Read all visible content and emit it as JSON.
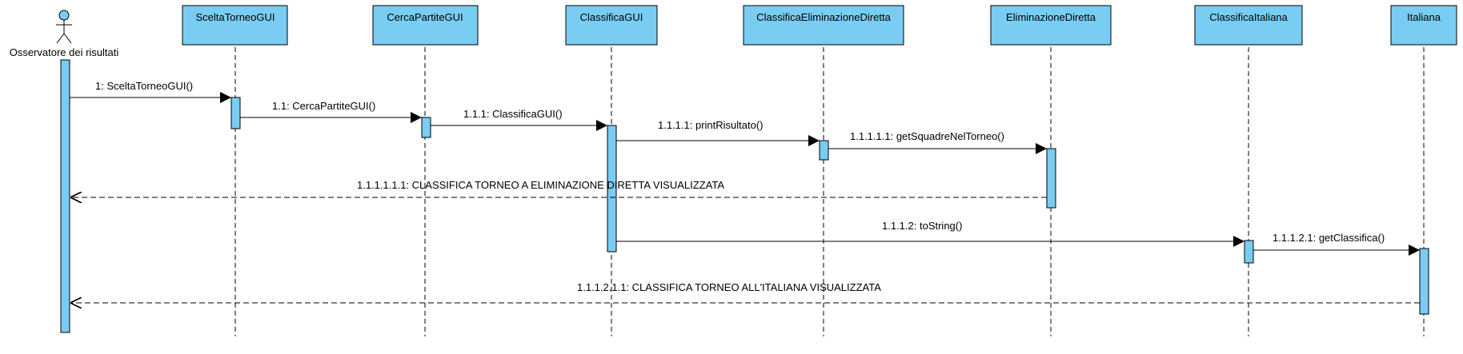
{
  "actor": {
    "name": "Osservatore dei risultati"
  },
  "lifelines": [
    {
      "id": "l1",
      "name": "SceltaTorneoGUI"
    },
    {
      "id": "l2",
      "name": "CercaPartiteGUI"
    },
    {
      "id": "l3",
      "name": "ClassificaGUI"
    },
    {
      "id": "l4",
      "name": "ClassificaEliminazioneDiretta"
    },
    {
      "id": "l5",
      "name": "EliminazioneDiretta"
    },
    {
      "id": "l6",
      "name": "ClassificaItaliana"
    },
    {
      "id": "l7",
      "name": "Italiana"
    }
  ],
  "messages": [
    {
      "label": "1: SceltaTorneoGUI()",
      "from": "actor",
      "to": "l1",
      "kind": "call"
    },
    {
      "label": "1.1: CercaPartiteGUI()",
      "from": "l1",
      "to": "l2",
      "kind": "call"
    },
    {
      "label": "1.1.1: ClassificaGUI()",
      "from": "l2",
      "to": "l3",
      "kind": "call"
    },
    {
      "label": "1.1.1.1: printRisultato()",
      "from": "l3",
      "to": "l4",
      "kind": "call"
    },
    {
      "label": "1.1.1.1.1: getSquadreNelTorneo()",
      "from": "l4",
      "to": "l5",
      "kind": "call"
    },
    {
      "label": "1.1.1.1.1.1: CLASSIFICA TORNEO A ELIMINAZIONE DIRETTA VISUALIZZATA",
      "from": "l5",
      "to": "actor",
      "kind": "return"
    },
    {
      "label": "1.1.1.2: toString()",
      "from": "l3",
      "to": "l6",
      "kind": "call"
    },
    {
      "label": "1.1.1.2.1: getClassifica()",
      "from": "l6",
      "to": "l7",
      "kind": "call"
    },
    {
      "label": "1.1.1.2.1.1: CLASSIFICA TORNEO ALL'ITALIANA VISUALIZZATA",
      "from": "l7",
      "to": "actor",
      "kind": "return"
    }
  ],
  "colors": {
    "box_fill": "#79CCF2",
    "box_stroke": "#000000",
    "line": "#000000"
  }
}
